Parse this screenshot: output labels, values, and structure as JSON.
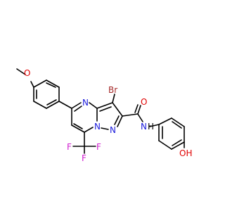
{
  "molecule": {
    "atom_labels": {
      "br": "Br",
      "n_pyrimidine": "N",
      "n_bridge": "N",
      "n_pyrazole": "N",
      "o_carbonyl": "O",
      "nh_amide": "N",
      "h_amide": "H",
      "o_methoxy": "O",
      "o_hydroxyl": "OH",
      "f1": "F",
      "f2": "F",
      "f3": "F"
    },
    "colors": {
      "bond": "#000000",
      "nitrogen": "#1a1adc",
      "oxygen": "#e00000",
      "bromine": "#a52a2a",
      "fluorine": "#d020d0"
    }
  }
}
